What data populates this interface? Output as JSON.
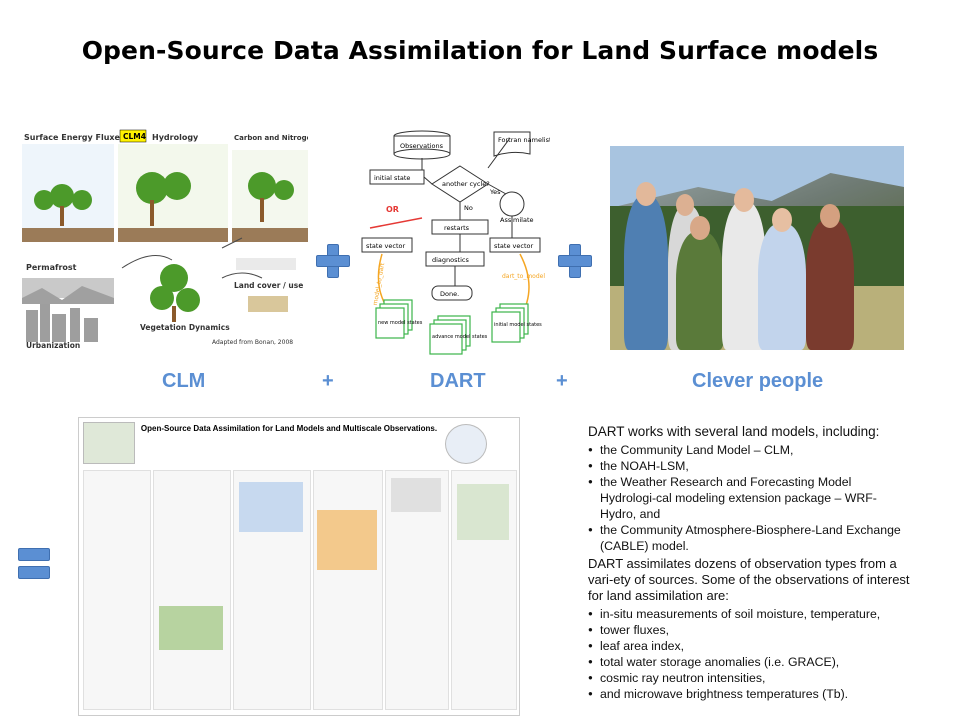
{
  "slide": {
    "title": "Open-Source Data Assimilation for Land Surface models",
    "captions": {
      "clm": "CLM",
      "plus1": "+",
      "dart": "DART",
      "plus2": "+",
      "people": "Clever people"
    },
    "clm_diagram": {
      "labels": {
        "sef": "Surface Energy Fluxes",
        "clm4": "CLM4",
        "hydrology": "Hydrology",
        "carbon": "Carbon and Nitrogen Cycling",
        "permafrost": "Permafrost",
        "landcover": "Land cover / use",
        "vegetation": "Vegetation Dynamics",
        "urbanization": "Urbanization",
        "credit": "Adapted from Bonan, 2008"
      }
    },
    "dart_diagram": {
      "labels": {
        "observations": "Observations",
        "fortran": "Fortran namelist",
        "initial_state": "initial state",
        "another_cycle": "another cycle?",
        "yes": "Yes",
        "no": "No",
        "or": "OR",
        "assimilate": "Assimilate",
        "restarts": "restarts",
        "state_vector_left": "state vector",
        "state_vector_right": "state vector",
        "diagnostics": "diagnostics",
        "done": "Done.",
        "model_to_dart": "model_to_dart",
        "dart_to_model": "dart_to_model",
        "new_model_states": "new model states",
        "advance_model_states": "advance model states",
        "initial_model_states": "initial model states"
      }
    },
    "poster": {
      "title": "Open-Source Data Assimilation for Land Models and Multiscale Observations."
    },
    "text": {
      "para1_intro": "DART works with several land models, including:",
      "para1_items": [
        "the Community Land Model – CLM,",
        "the NOAH-LSM,",
        "the Weather Research and Forecasting Model Hydrologi-cal modeling extension package – WRF-Hydro, and",
        "the Community Atmosphere-Biosphere-Land Exchange (CABLE) model."
      ],
      "para2_intro": "DART assimilates dozens of observation types from a vari-ety of sources. Some of the observations of interest for land assimilation are:",
      "para2_items": [
        "in-situ measurements of soil moisture, temperature,",
        "tower fluxes,",
        "leaf area index,",
        "total water storage anomalies (i.e. GRACE),",
        "cosmic ray neutron intensities,",
        "and microwave brightness temperatures (Tb)."
      ]
    },
    "colors": {
      "accent": "#5b8fd3",
      "dart_green": "#3bb54a",
      "dart_orange": "#f5a623",
      "dart_red": "#e53935"
    }
  }
}
